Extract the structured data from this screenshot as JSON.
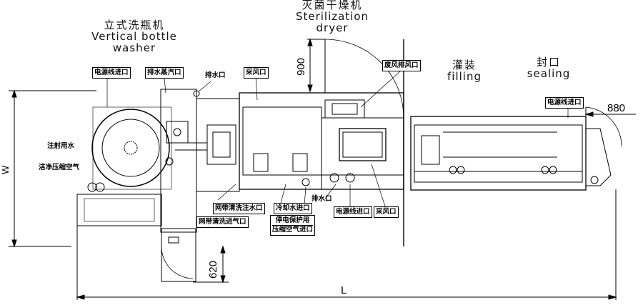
{
  "sections": {
    "washer": {
      "zh": "立式洗瓶机",
      "en": "Vertical bottle washer"
    },
    "dryer": {
      "zh": "灭菌干燥机",
      "en": "Sterilization dryer"
    },
    "filling": {
      "zh": "灌装",
      "en": "filling"
    },
    "sealing": {
      "zh": "封口",
      "en": "sealing"
    }
  },
  "labels": {
    "power_inlet_washer": "电源线进口",
    "drain_steam_outlet": "排水蒸汽口",
    "drain_outlet_top": "排水口",
    "air_intake_top": "采风口",
    "exhaust_outlet": "废风排风口",
    "power_inlet_sealing": "电源线进口",
    "injection_water": "注射用水",
    "clean_compressed_air": "洁净压缩空气",
    "belt_wash_water_inlet": "网带清洗注水口",
    "belt_wash_air_inlet": "网带清洗进气口",
    "cooling_water_inlet": "冷却水进口",
    "power_fail_air_line1": "停电保护用",
    "power_fail_air_line2": "压缩空气进口",
    "drain_outlet_bottom": "排水口",
    "power_inlet_dryer": "电源线进口",
    "air_intake_bottom": "采风口"
  },
  "dimensions": {
    "door_clearance": "900",
    "sealing_clearance": "880",
    "washer_clearance": "620",
    "length": "L",
    "width": "W"
  }
}
